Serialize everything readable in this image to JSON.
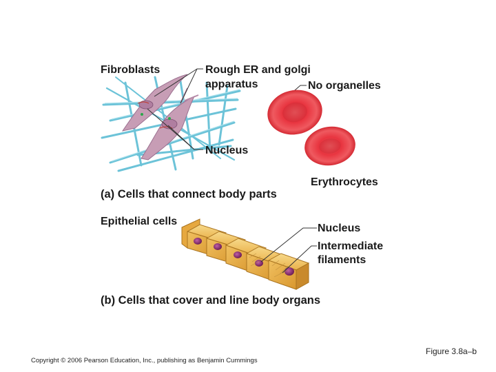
{
  "diagram": {
    "panel_a": {
      "label_fibroblasts": "Fibroblasts",
      "label_rough_er_line1": "Rough ER and golgi",
      "label_rough_er_line2": "apparatus",
      "label_nucleus": "Nucleus",
      "label_no_organelles": "No organelles",
      "label_erythrocytes": "Erythrocytes",
      "caption": "(a) Cells that connect body parts"
    },
    "panel_b": {
      "label_epithelial": "Epithelial cells",
      "label_nucleus": "Nucleus",
      "label_filaments_line1": "Intermediate",
      "label_filaments_line2": "filaments",
      "caption": "(b) Cells that cover and line body organs"
    }
  },
  "footer": {
    "figure_number": "Figure 3.8a–b",
    "copyright": "Copyright © 2006 Pearson Education, Inc., publishing as Benjamin Cummings"
  },
  "colors": {
    "fiber": "#6cc3d8",
    "fibroblast": "#c79db5",
    "erythrocyte": "#e8343f",
    "epithelial": "#e8b246",
    "epithelial_nucleus": "#8b2a6a",
    "leader_line": "#333333"
  }
}
